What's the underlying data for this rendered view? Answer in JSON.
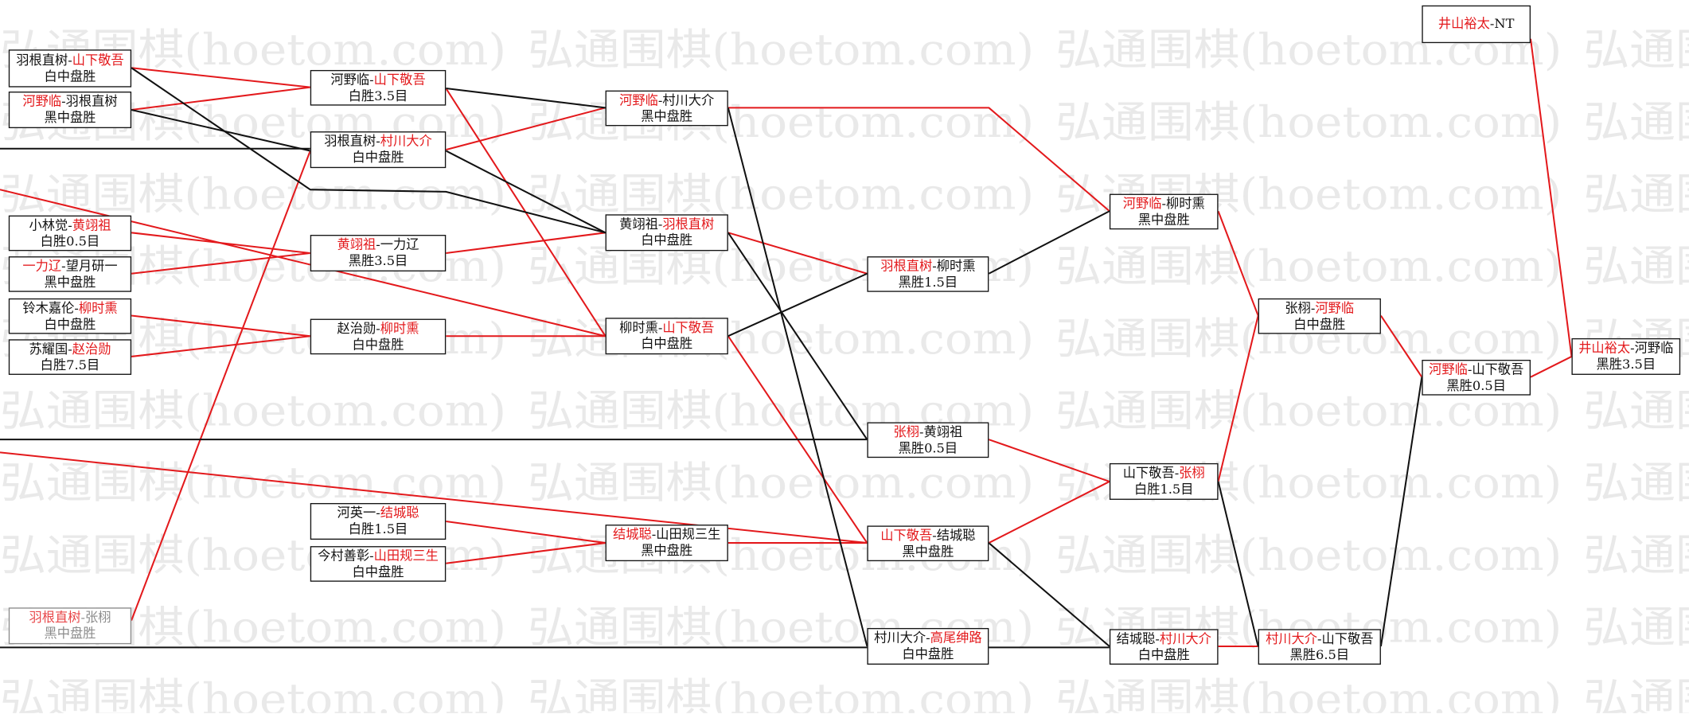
{
  "separator": "-",
  "watermark": "弘通围棋(hoetom.com)",
  "colors": {
    "highlight": "#e3191c",
    "line_red": "#e3191c",
    "line_black": "#111111",
    "watermark": "#e9e9e9"
  },
  "matches": [
    {
      "p1": "羽根直树",
      "p2": "山下敬吾",
      "result": "白中盘胜",
      "red": "p2"
    },
    {
      "p1": "河野临",
      "p2": "羽根直树",
      "result": "黑中盘胜",
      "red": "p1"
    },
    {
      "p1": "小林觉",
      "p2": "黄翊祖",
      "result": "白胜0.5目",
      "red": "p2"
    },
    {
      "p1": "一力辽",
      "p2": "望月研一",
      "result": "黑中盘胜",
      "red": "p1"
    },
    {
      "p1": "铃木嘉伦",
      "p2": "柳时熏",
      "result": "白中盘胜",
      "red": "p2"
    },
    {
      "p1": "苏耀国",
      "p2": "赵治勋",
      "result": "白胜7.5目",
      "red": "p2"
    },
    {
      "p1": "羽根直树",
      "p2": "张栩",
      "result": "黑中盘胜",
      "red": "p1"
    },
    {
      "p1": "河野临",
      "p2": "山下敬吾",
      "result": "白胜3.5目",
      "red": "p2"
    },
    {
      "p1": "羽根直树",
      "p2": "村川大介",
      "result": "白中盘胜",
      "red": "p2"
    },
    {
      "p1": "黄翊祖",
      "p2": "一力辽",
      "result": "黑胜3.5目",
      "red": "p1"
    },
    {
      "p1": "赵治勋",
      "p2": "柳时熏",
      "result": "白中盘胜",
      "red": "p2"
    },
    {
      "p1": "河英一",
      "p2": "结城聪",
      "result": "白胜1.5目",
      "red": "p2"
    },
    {
      "p1": "今村善彰",
      "p2": "山田规三生",
      "result": "白中盘胜",
      "red": "p2"
    },
    {
      "p1": "河野临",
      "p2": "村川大介",
      "result": "黑中盘胜",
      "red": "p1"
    },
    {
      "p1": "黄翊祖",
      "p2": "羽根直树",
      "result": "白中盘胜",
      "red": "p2"
    },
    {
      "p1": "柳时熏",
      "p2": "山下敬吾",
      "result": "白中盘胜",
      "red": "p2"
    },
    {
      "p1": "结城聪",
      "p2": "山田规三生",
      "result": "黑中盘胜",
      "red": "p1"
    },
    {
      "p1": "羽根直树",
      "p2": "柳时熏",
      "result": "黑胜1.5目",
      "red": "p1"
    },
    {
      "p1": "张栩",
      "p2": "黄翊祖",
      "result": "黑胜0.5目",
      "red": "p1"
    },
    {
      "p1": "山下敬吾",
      "p2": "结城聪",
      "result": "黑中盘胜",
      "red": "p1"
    },
    {
      "p1": "村川大介",
      "p2": "高尾绅路",
      "result": "白中盘胜",
      "red": "p2"
    },
    {
      "p1": "河野临",
      "p2": "柳时熏",
      "result": "黑中盘胜",
      "red": "p1"
    },
    {
      "p1": "山下敬吾",
      "p2": "张栩",
      "result": "白胜1.5目",
      "red": "p2"
    },
    {
      "p1": "结城聪",
      "p2": "村川大介",
      "result": "白中盘胜",
      "red": "p2"
    },
    {
      "p1": "张栩",
      "p2": "河野临",
      "result": "白中盘胜",
      "red": "p2"
    },
    {
      "p1": "村川大介",
      "p2": "山下敬吾",
      "result": "黑胜6.5目",
      "red": "p1"
    },
    {
      "p1": "井山裕太",
      "p2": "NT",
      "red": "p1"
    },
    {
      "p1": "河野临",
      "p2": "山下敬吾",
      "result": "黑胜0.5目",
      "red": "p1"
    },
    {
      "p1": "井山裕太",
      "p2": "河野临",
      "result": "黑胜3.5目",
      "red": "p1"
    }
  ]
}
